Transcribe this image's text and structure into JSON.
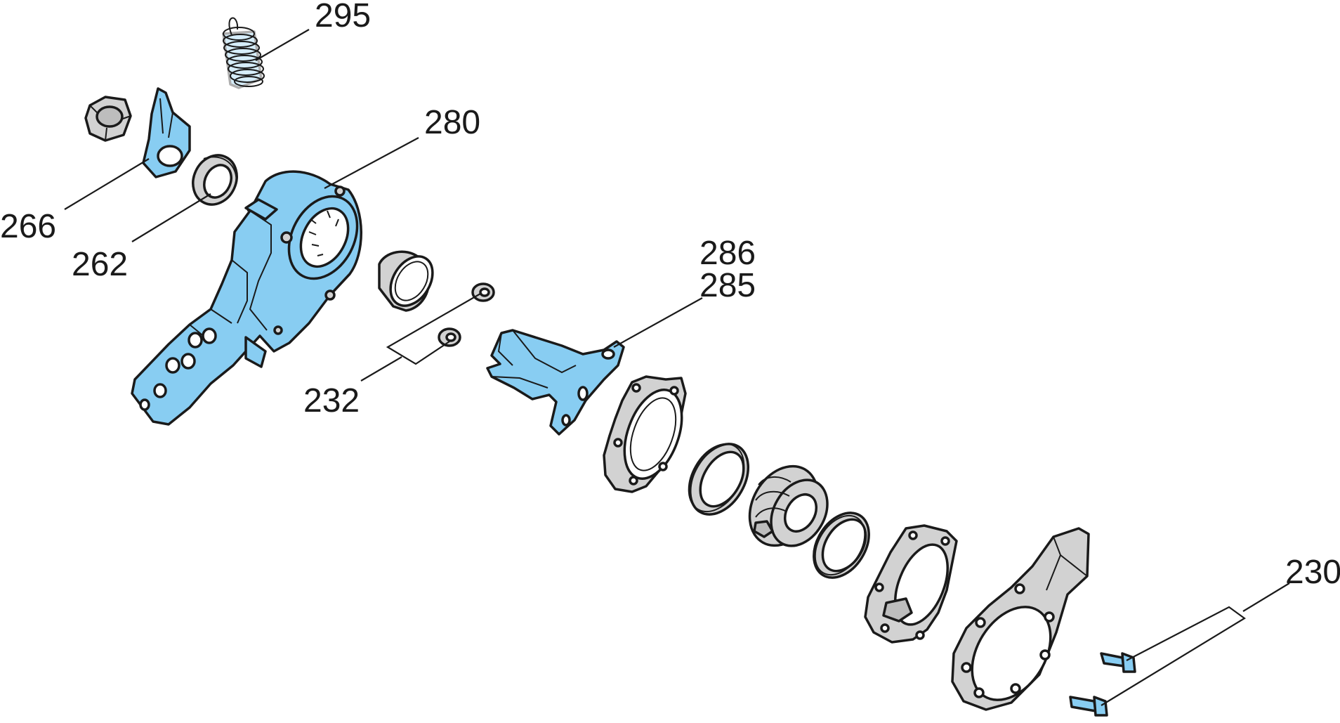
{
  "colors": {
    "highlight": "#88cdf2",
    "part": "#d2d2d2",
    "outline": "#1a1a1a",
    "background": "#ffffff"
  },
  "labels": {
    "l295": "295",
    "l280": "280",
    "l266": "266",
    "l262": "262",
    "l286": "286",
    "l285": "285",
    "l232": "232",
    "l230": "230"
  }
}
